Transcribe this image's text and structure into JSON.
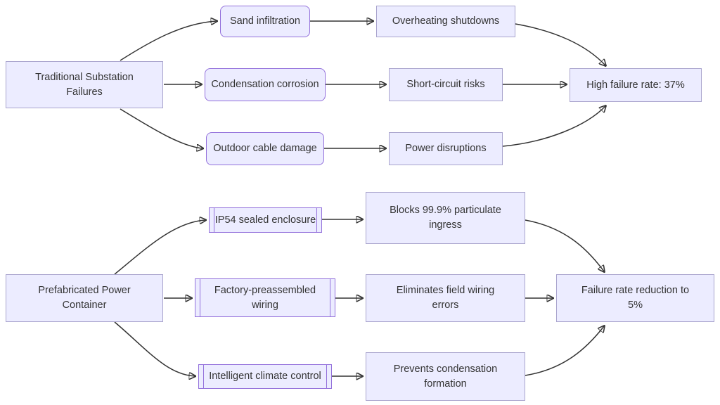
{
  "diagram_type": "flowchart-LR",
  "colors": {
    "background": "#FFFFFF",
    "node_fill": "#ECECFF",
    "rounded_node_border": "#9370DB",
    "rect_node_border": "#A9A4CD",
    "edge_color": "#333333",
    "text_color": "#333333"
  },
  "nodes": {
    "tsf": "Traditional Substation\nFailures",
    "sand": "Sand infiltration",
    "cond": "Condensation corrosion",
    "cable": "Outdoor cable damage",
    "over": "Overheating shutdowns",
    "short": "Short-circuit risks",
    "power": "Power disruptions",
    "high": "High failure rate: 37%",
    "ppc": "Prefabricated Power\nContainer",
    "ip54": "IP54 sealed enclosure",
    "factory": "Factory-preassembled\nwiring",
    "climate": "Intelligent climate control",
    "blocks": "Blocks 99.9% particulate\ningress",
    "elim": "Eliminates field wiring\nerrors",
    "prevents": "Prevents condensation\nformation",
    "failure": "Failure rate reduction to\n5%"
  },
  "edges": [
    {
      "from": "tsf",
      "to": "sand"
    },
    {
      "from": "tsf",
      "to": "cond"
    },
    {
      "from": "tsf",
      "to": "cable"
    },
    {
      "from": "sand",
      "to": "over"
    },
    {
      "from": "cond",
      "to": "short"
    },
    {
      "from": "cable",
      "to": "power"
    },
    {
      "from": "over",
      "to": "high"
    },
    {
      "from": "short",
      "to": "high"
    },
    {
      "from": "power",
      "to": "high"
    },
    {
      "from": "ppc",
      "to": "ip54"
    },
    {
      "from": "ppc",
      "to": "factory"
    },
    {
      "from": "ppc",
      "to": "climate"
    },
    {
      "from": "ip54",
      "to": "blocks"
    },
    {
      "from": "factory",
      "to": "elim"
    },
    {
      "from": "climate",
      "to": "prevents"
    },
    {
      "from": "blocks",
      "to": "failure"
    },
    {
      "from": "elim",
      "to": "failure"
    },
    {
      "from": "prevents",
      "to": "failure"
    }
  ]
}
